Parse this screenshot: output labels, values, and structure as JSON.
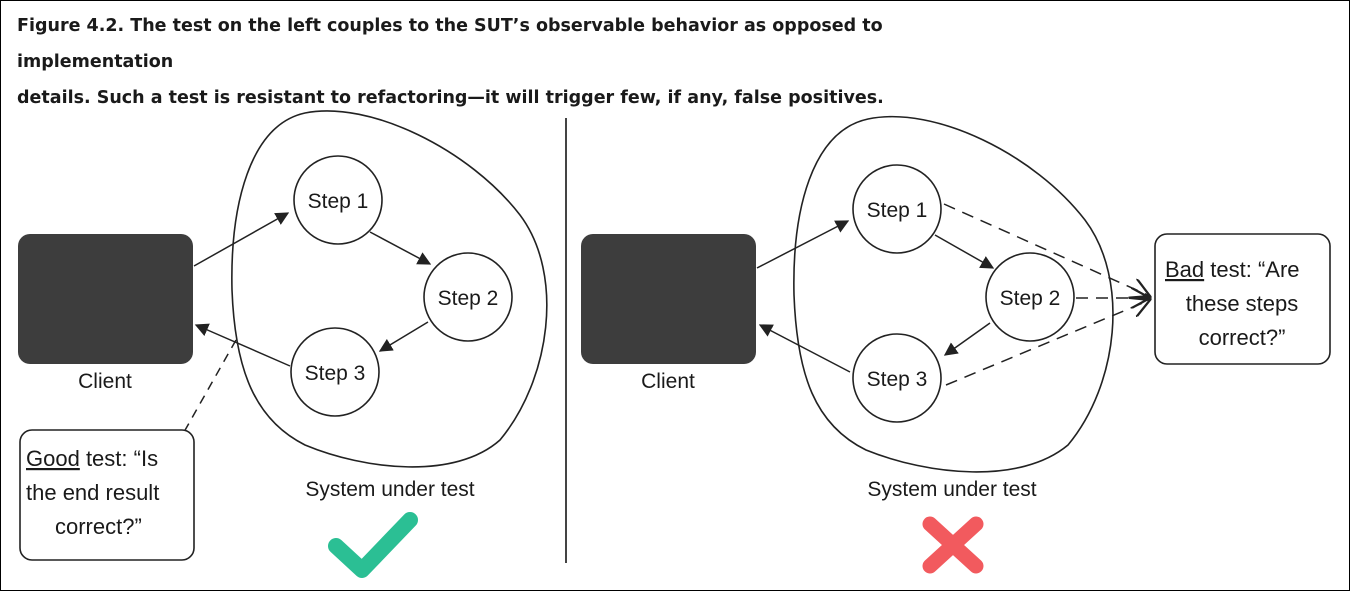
{
  "caption": {
    "line1": "Figure 4.2. The test on the left couples to the SUT’s observable behavior as opposed to implementation",
    "line2": "details. Such a test is resistant to refactoring—it will trigger few, if any, false positives."
  },
  "left": {
    "client_label": "Client",
    "steps": [
      "Step 1",
      "Step 2",
      "Step 3"
    ],
    "system_label": "System under test",
    "note": {
      "emphasis": "Good",
      "line1_rest": " test: “Is",
      "line2": "the end result",
      "line3": "correct?”"
    },
    "verdict_icon": "check-icon",
    "verdict_color": "#2bbf94"
  },
  "right": {
    "client_label": "Client",
    "steps": [
      "Step 1",
      "Step 2",
      "Step 3"
    ],
    "system_label": "System under test",
    "note": {
      "emphasis": "Bad",
      "line1_rest": " test: “Are",
      "line2": "these steps",
      "line3": "correct?”"
    },
    "verdict_icon": "cross-icon",
    "verdict_color": "#f25a5e"
  },
  "colors": {
    "client_box": "#3d3d3d",
    "stroke": "#222222"
  }
}
